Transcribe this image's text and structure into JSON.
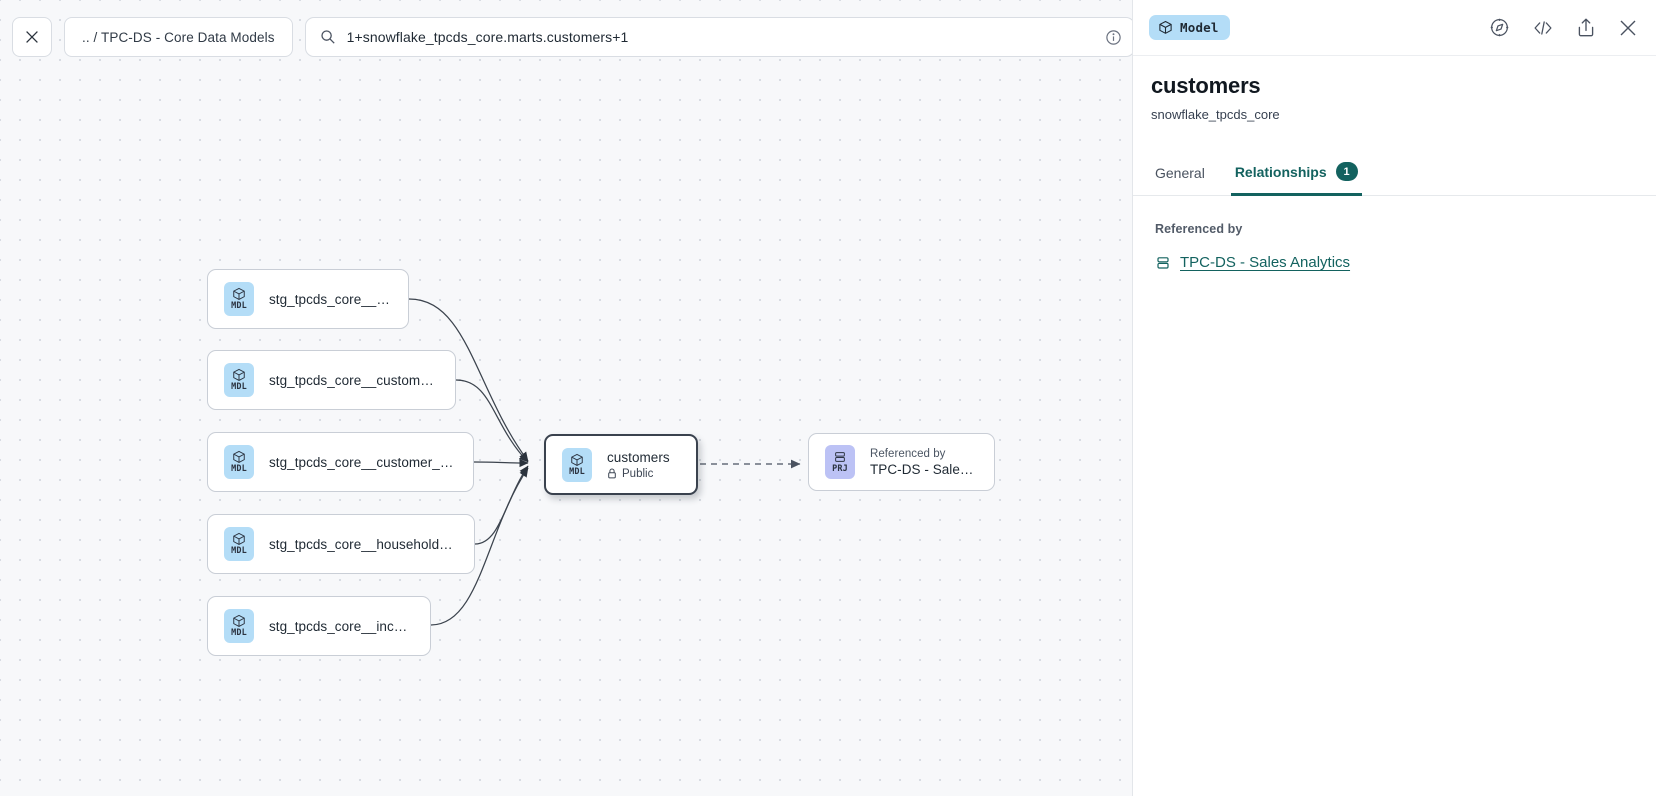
{
  "toolbar": {
    "close_icon": "close-icon",
    "breadcrumb": ".. / TPC-DS - Core Data Models",
    "search_icon": "search-icon",
    "search_value": "1+snowflake_tpcds_core.marts.customers+1",
    "info_icon": "info-icon",
    "refresh_icon": "refresh-icon"
  },
  "graph": {
    "nodes": [
      {
        "id": "stg-customer",
        "badge": "MDL",
        "title": "stg_tpcds_core__customer"
      },
      {
        "id": "stg-customer-address",
        "badge": "MDL",
        "title": "stg_tpcds_core__customer_address"
      },
      {
        "id": "stg-customer-demographics",
        "badge": "MDL",
        "title": "stg_tpcds_core__customer_demogra…"
      },
      {
        "id": "stg-household-demographics",
        "badge": "MDL",
        "title": "stg_tpcds_core__household_demogr…"
      },
      {
        "id": "stg-income-band",
        "badge": "MDL",
        "title": "stg_tpcds_core__income_band"
      }
    ],
    "selected_node": {
      "badge": "MDL",
      "title": "customers",
      "visibility": "Public",
      "lock_icon": "lock-icon"
    },
    "project_node": {
      "badge": "PRJ",
      "kicker": "Referenced by",
      "title": "TPC-DS - Sales Analytics"
    }
  },
  "panel": {
    "pill_label": "Model",
    "pill_icon": "cube-icon",
    "actions": [
      {
        "name": "explore-icon"
      },
      {
        "name": "code-icon"
      },
      {
        "name": "share-icon"
      },
      {
        "name": "close-icon"
      }
    ],
    "title": "customers",
    "subtitle": "snowflake_tpcds_core",
    "tabs": [
      {
        "label": "General",
        "count": null,
        "active": false
      },
      {
        "label": "Relationships",
        "count": "1",
        "active": true
      }
    ],
    "section_label": "Referenced by",
    "reference": {
      "icon": "project-icon",
      "label": "TPC-DS - Sales Analytics"
    }
  },
  "colors": {
    "accent_teal": "#13625f",
    "badge_model": "#b4ddf7",
    "badge_project": "#bcc2f5",
    "canvas": "#f7f8fa"
  }
}
